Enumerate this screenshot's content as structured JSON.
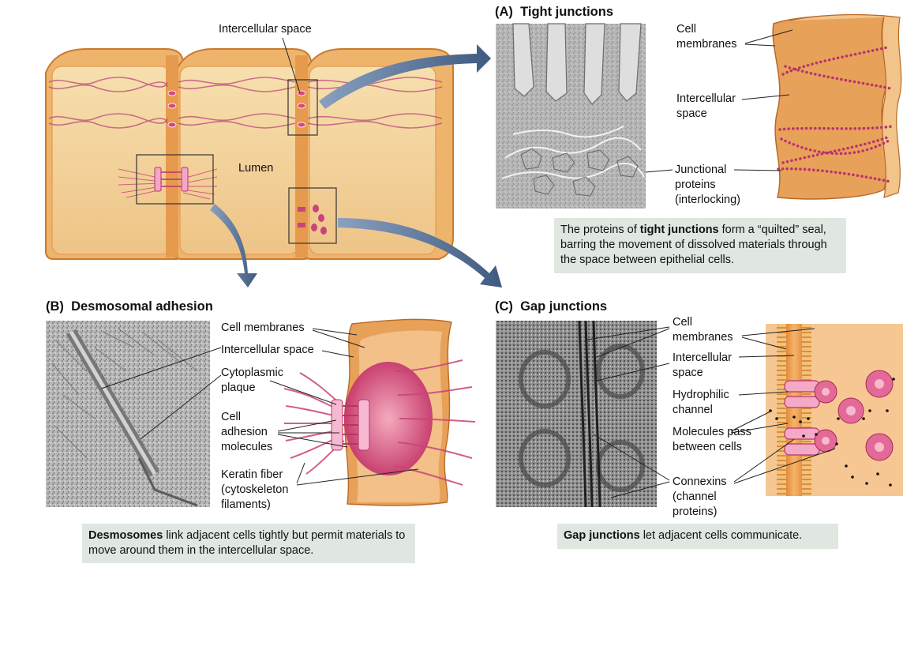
{
  "overview": {
    "intercellular_space": "Intercellular space",
    "lumen": "Lumen"
  },
  "panel_a": {
    "letter": "(A)",
    "title": "Tight junctions",
    "cell_membranes": "Cell membranes",
    "intercellular_space": "Intercellular space",
    "junctional_proteins": "Junctional proteins (interlocking)",
    "caption_pre": "The proteins of ",
    "caption_bold": "tight junctions",
    "caption_post": " form a “quilted” seal, barring the movement of dissolved materials through the space between epithelial cells."
  },
  "panel_b": {
    "letter": "(B)",
    "title": "Desmosomal adhesion",
    "cell_membranes": "Cell membranes",
    "intercellular_space": "Intercellular space",
    "cytoplasmic_plaque": "Cytoplasmic plaque",
    "cell_adhesion_molecules": "Cell adhesion molecules",
    "keratin_fiber": "Keratin fiber (cytoskeleton filaments)",
    "caption_bold": "Desmosomes",
    "caption_post": " link adjacent cells tightly but permit materials to move around them in the intercellular space."
  },
  "panel_c": {
    "letter": "(C)",
    "title": "Gap junctions",
    "cell_membranes": "Cell membranes",
    "intercellular_space": "Intercellular space",
    "hydrophilic_channel": "Hydrophilic channel",
    "molecules_pass": "Molecules pass between cells",
    "connexins": "Connexins (channel proteins)",
    "caption_bold": "Gap junctions",
    "caption_post": " let adjacent cells communicate."
  },
  "colors": {
    "cell_fill": "#f5d59a",
    "cell_edge": "#d98a3a",
    "protein_pink": "#c8447a",
    "caption_bg": "#dfe7e0",
    "arrow_blue": "#4a6488",
    "micrograph_gray": "#9a9a9a"
  }
}
